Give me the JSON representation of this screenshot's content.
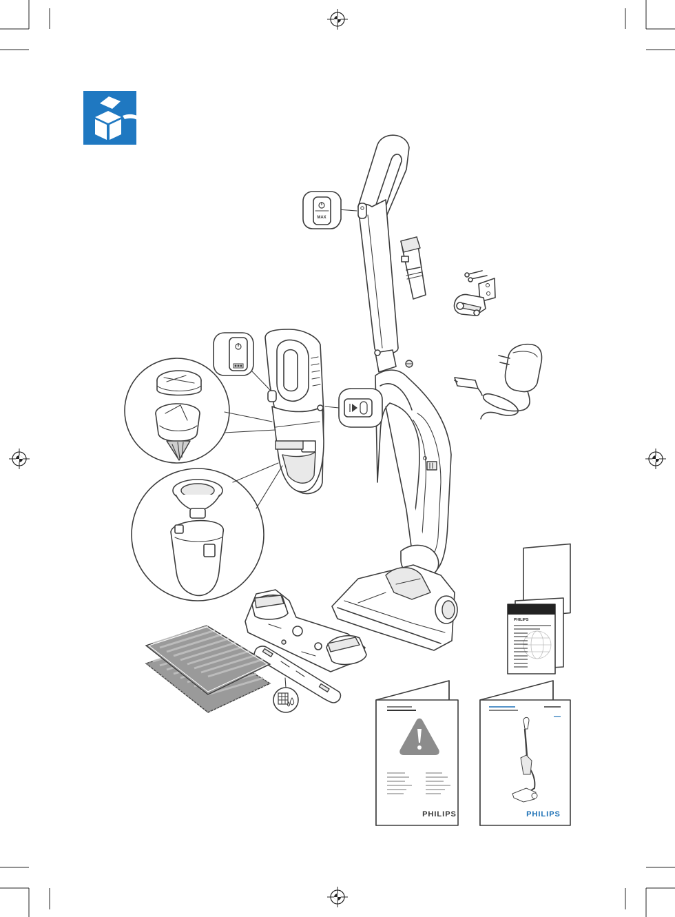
{
  "colors": {
    "accent_blue": "#1f78c1",
    "brand_blue": "#1a6fb5",
    "line": "#3c3c3c",
    "mop_fill": "#9a9a9a",
    "warning_gray": "#8c8c8c"
  },
  "icons": {
    "box_contents": "box-contents-icon",
    "power": "power-icon",
    "max_label": "MAX",
    "battery": "battery-icon",
    "release": "release-button-icon",
    "wash_dry": "wash-dry-icon",
    "warning": "warning-triangle-icon"
  },
  "booklets": {
    "world_leaflet_brand": "PHILIPS",
    "safety_leaflet_brand": "PHILIPS",
    "user_manual_brand": "PHILIPS"
  }
}
